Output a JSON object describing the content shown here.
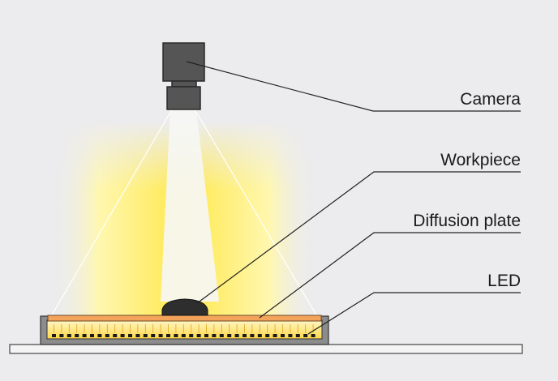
{
  "labels": {
    "camera": "Camera",
    "workpiece": "Workpiece",
    "diffusion_plate": "Diffusion plate",
    "led": "LED"
  },
  "colors": {
    "background": "#ececee",
    "glow_core": "#ffe45a",
    "glow_edge": "#fffbe0",
    "camera_body": "#555555",
    "diffusion_plate": "#f4a35a",
    "led_dots": "#1a1a1a",
    "workpiece": "#2e2e2e"
  }
}
